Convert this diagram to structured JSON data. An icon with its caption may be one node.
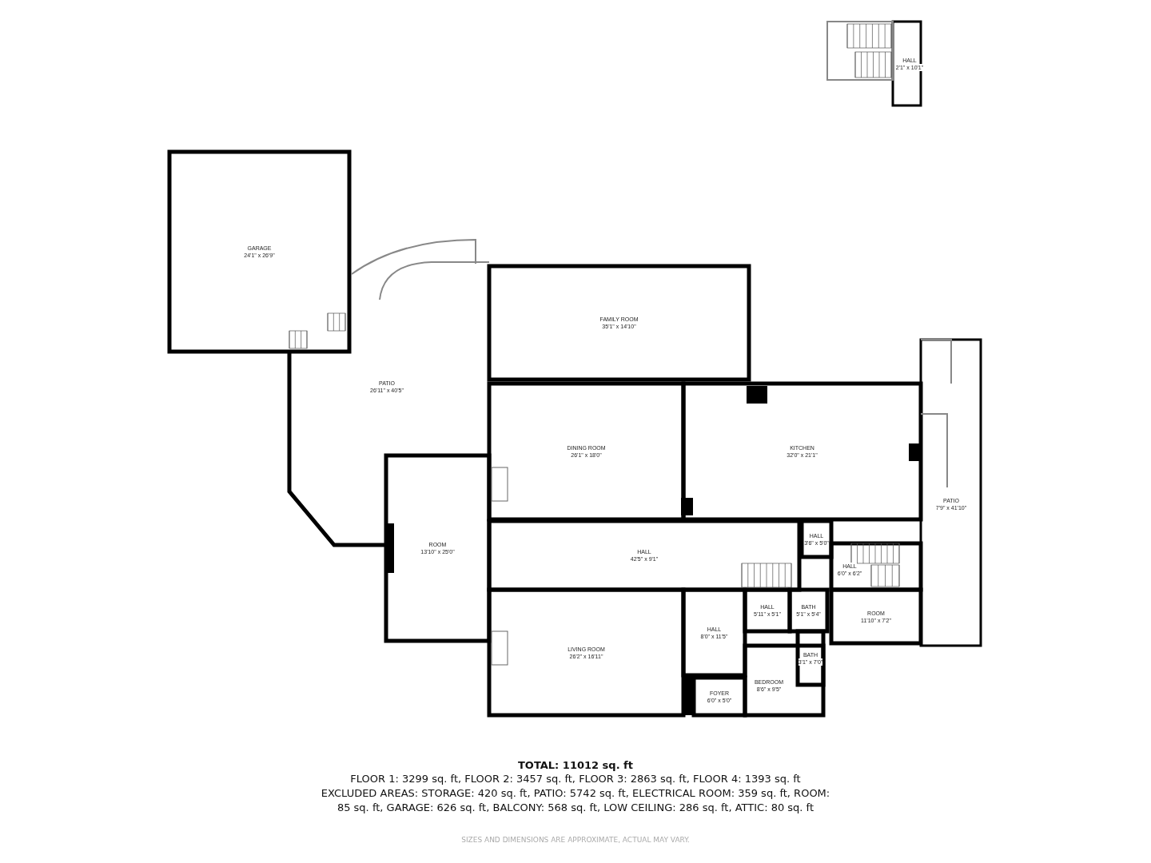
{
  "diagram": {
    "title": "TOTAL: 11012 sq. ft",
    "caption": "SIZES AND DIMENSIONS ARE APPROXIMATE, ACTUAL MAY VARY.",
    "nodes": [
      {
        "text": [
          "HALL",
          "2'1\" x 10'1\""
        ]
      },
      {
        "text": [
          "GARAGE",
          "24'1\" x 26'9\""
        ]
      },
      {
        "text": [
          "PATIO",
          "26'11\" x 40'5\""
        ]
      },
      {
        "text": [
          "FAMILY ROOM",
          "35'1\" x 14'10\""
        ]
      },
      {
        "text": [
          "DINING ROOM",
          "26'1\" x 18'0\""
        ]
      },
      {
        "text": [
          "KITCHEN",
          "32'0\" x 21'1\""
        ]
      },
      {
        "text": [
          "PATIO",
          "7'9\" x 41'10\""
        ]
      },
      {
        "text": [
          "ROOM",
          "13'10\" x 25'0\""
        ]
      },
      {
        "text": [
          "HALL",
          "3'6\" x 5'0\""
        ]
      },
      {
        "text": [
          "HALL",
          "42'5\" x 9'1\""
        ]
      },
      {
        "text": [
          "HALL",
          "6'0\" x 6'2\""
        ]
      },
      {
        "text": [
          "HALL",
          "5'11\" x 5'1\""
        ]
      },
      {
        "text": [
          "BATH",
          "5'1\" x 5'4\""
        ]
      },
      {
        "text": [
          "ROOM",
          "11'10\" x 7'2\""
        ]
      },
      {
        "text": [
          "HALL",
          "8'0\" x 11'5\""
        ]
      },
      {
        "text": [
          "LIVING ROOM",
          "26'2\" x 16'11\""
        ]
      },
      {
        "text": [
          "BATH",
          "3'1\" x 7'0\""
        ]
      },
      {
        "text": [
          "BEDROOM",
          "8'6\" x 9'5\""
        ]
      },
      {
        "text": [
          "FOYER",
          "6'0\" x 5'0\""
        ]
      }
    ],
    "labels": [
      "FLOOR 1: 3299 sq. ft, FLOOR 2: 3457 sq. ft, FLOOR 3: 2863 sq. ft, FLOOR 4: 1393 sq. ft",
      "EXCLUDED AREAS: STORAGE: 420 sq. ft, PATIO: 5742 sq. ft, ELECTRICAL ROOM: 359 sq. ft, ROOM: 85 sq. ft, GARAGE: 626 sq. ft, BALCONY: 568 sq. ft, LOW CEILING: 286 sq. ft, ATTIC: 80 sq. ft"
    ]
  }
}
